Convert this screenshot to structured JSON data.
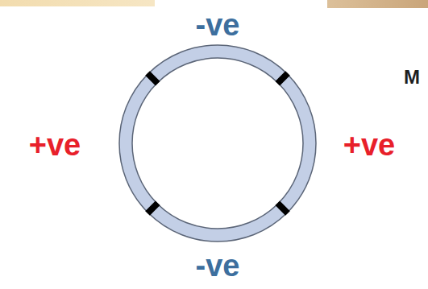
{
  "diagram": {
    "labels": [
      "-ve",
      "+ve",
      "+ve",
      "-ve",
      "M"
    ]
  }
}
